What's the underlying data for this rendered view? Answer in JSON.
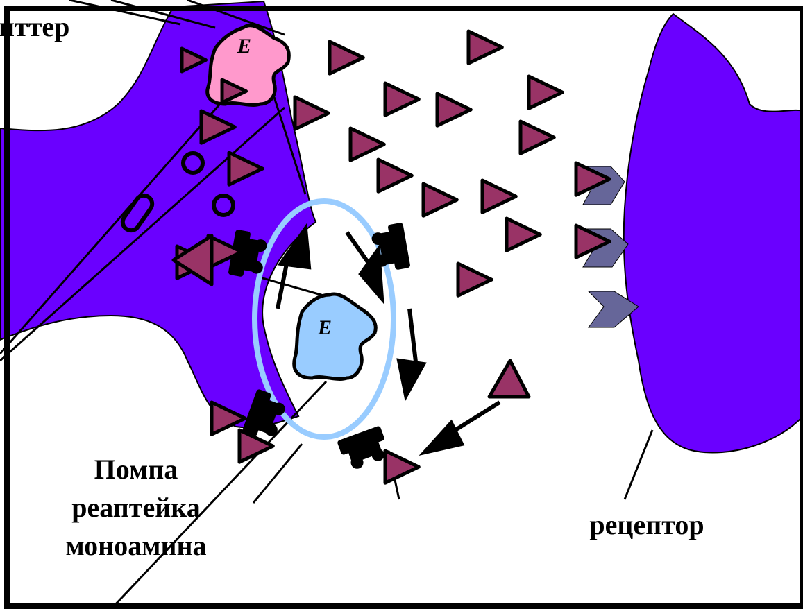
{
  "labels": {
    "top_left_fragment": "иттер",
    "pump_line1": "Помпа",
    "pump_line2": "реаптейка",
    "pump_line3": "моноамина",
    "receptor": "рецептор",
    "enzyme_top": "E",
    "enzyme_bottom": "E"
  },
  "colors": {
    "neuron_fill": "#6a00ff",
    "neuron_stroke": "#000000",
    "monoamine_fill": "#993366",
    "monoamine_stroke": "#000000",
    "enzyme_top_fill": "#ff99cc",
    "enzyme_bottom_fill": "#99ccff",
    "reuptake_ellipse_stroke": "#99ccff",
    "receptor_site_fill": "#666699",
    "frame_stroke": "#000000"
  },
  "legend_icons": {
    "monoamine": "triangle-icon",
    "reuptake_pump": "pump-icon",
    "vesicle": "vesicle-icon",
    "receptor_site": "receptor-site-icon"
  }
}
